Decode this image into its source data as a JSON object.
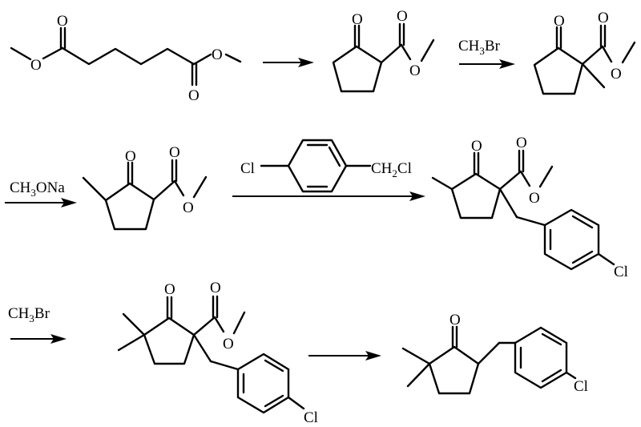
{
  "scheme": {
    "title": "",
    "row1": {
      "compound1": {
        "name": "dimethyl adipate",
        "atoms": {
          "o_left_ester": "O",
          "o_left_carbonyl": "O",
          "o_right_ester": "O",
          "o_right_carbonyl": "O"
        }
      },
      "arrow1": {
        "label": ""
      },
      "compound2": {
        "name": "methyl 2-oxocyclopentanecarboxylate",
        "atoms": {
          "o_ketone": "O",
          "o_carbonyl": "O",
          "o_ester": "O"
        }
      },
      "arrow2": {
        "label_main": "CH",
        "label_sub": "3",
        "label_tail": "Br"
      },
      "compound3": {
        "name": "methyl 1-methyl-2-oxocyclopentanecarboxylate",
        "atoms": {
          "o_ketone": "O",
          "o_carbonyl": "O",
          "o_ester": "O"
        }
      }
    },
    "row2": {
      "arrow3": {
        "label_main": "CH",
        "label_sub": "3",
        "label_tail": "ONa"
      },
      "compound4": {
        "name": "methyl 3-methyl-2-oxocyclopentanecarboxylate",
        "atoms": {
          "o_ketone": "O",
          "o_carbonyl": "O",
          "o_ester": "O"
        }
      },
      "arrow4": {
        "reagent": {
          "cl_left": "Cl",
          "ch2_main": "CH",
          "ch2_sub": "2",
          "cl_right": "Cl"
        }
      },
      "compound5": {
        "name": "benzylated keto ester",
        "atoms": {
          "o_ketone": "O",
          "o_carbonyl": "O",
          "o_ester": "O",
          "cl": "Cl"
        }
      }
    },
    "row3": {
      "arrow5": {
        "label_main": "CH",
        "label_sub": "3",
        "label_tail": "Br"
      },
      "compound6": {
        "name": "dimethylated benzyl keto ester",
        "atoms": {
          "o_ketone": "O",
          "o_carbonyl": "O",
          "o_ester": "O",
          "cl": "Cl"
        }
      },
      "arrow6": {
        "label": ""
      },
      "compound7": {
        "name": "5-(4-chlorobenzyl)-2,2-dimethylcyclopentanone",
        "atoms": {
          "o_ketone": "O",
          "cl": "Cl"
        }
      }
    }
  }
}
